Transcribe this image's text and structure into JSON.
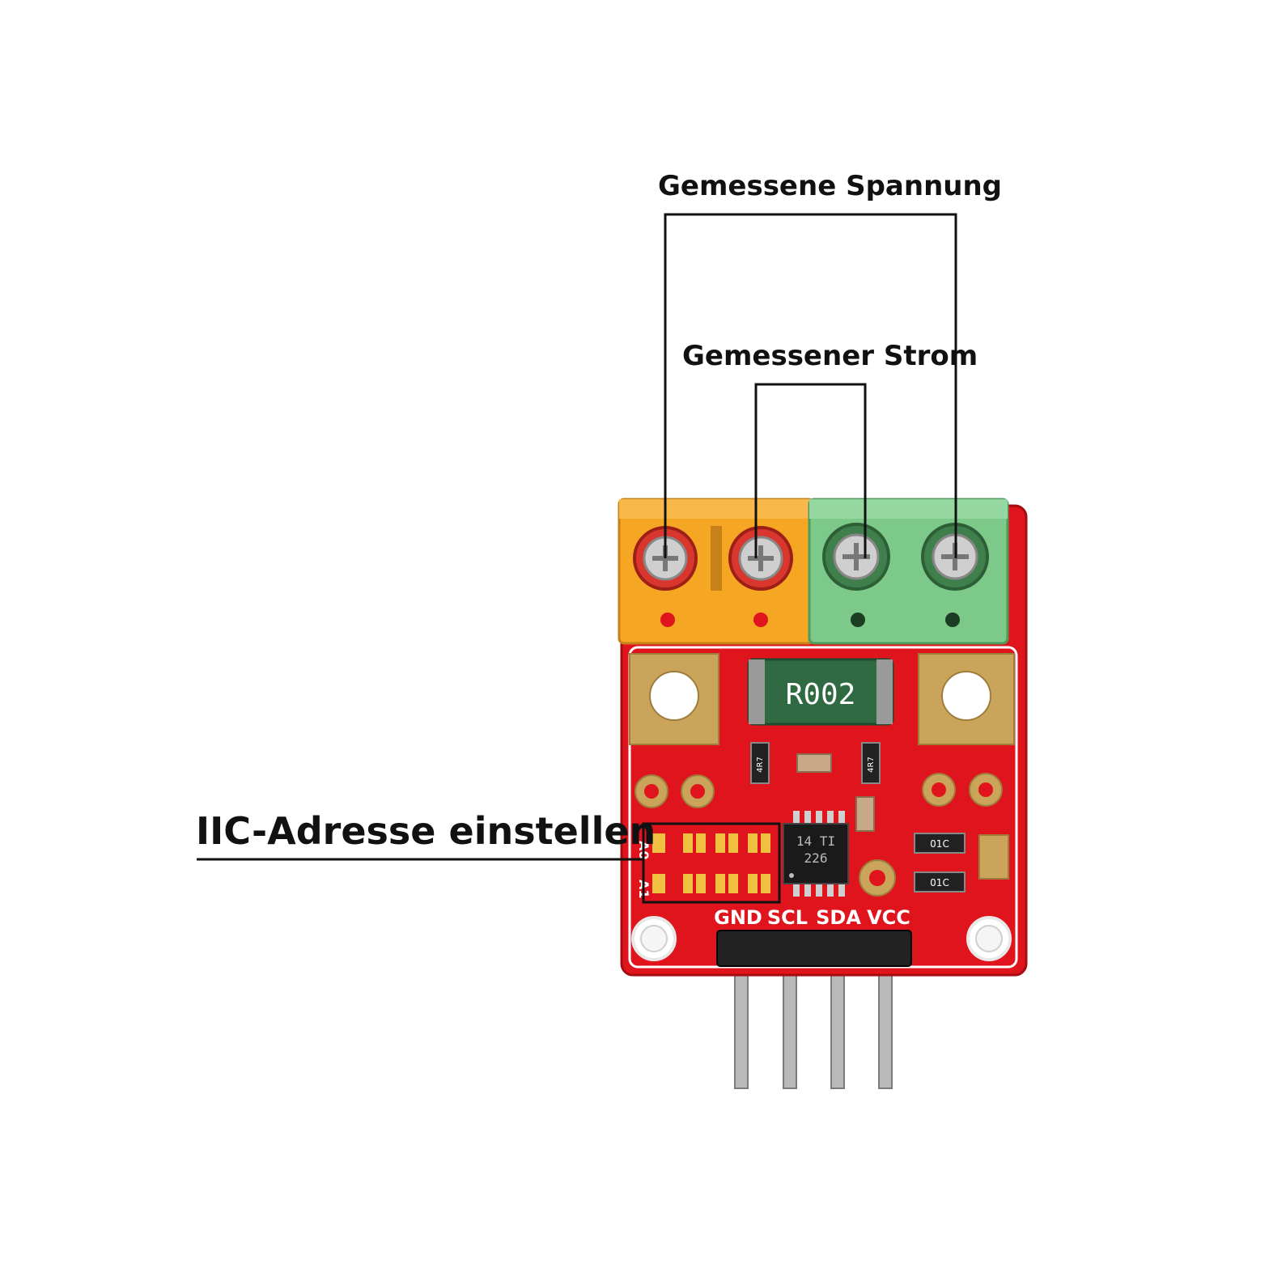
{
  "callouts": {
    "voltage": "Gemessene Spannung",
    "current": "Gemessener Strom",
    "iic_address": "IIC-Adresse einstellen"
  },
  "board": {
    "shunt_marking": "R002",
    "chip_line1": "14 TI",
    "chip_line2": "226",
    "resistor_left": "4R7",
    "resistor_right": "4R7",
    "resistor_top": "01C",
    "resistor_bottom": "01C",
    "addr_label_a0": "A0",
    "addr_label_a1": "A1",
    "pins": [
      "GND",
      "SCL",
      "SDA",
      "VCC"
    ]
  },
  "colors": {
    "pcb": "#e0141c",
    "terminal_orange": "#f5a623",
    "terminal_green": "#7cc98a",
    "gold_pad": "#c9a45a",
    "shunt": "#2f6a43"
  }
}
